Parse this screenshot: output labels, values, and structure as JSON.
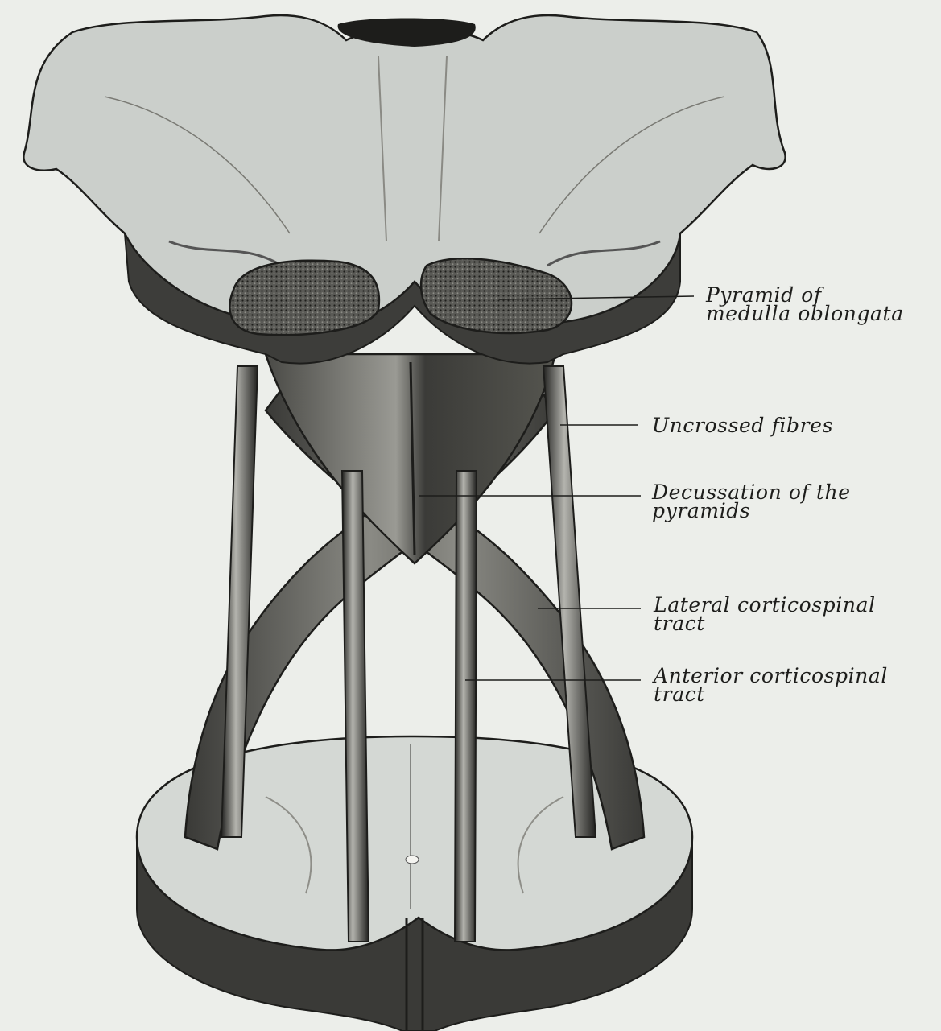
{
  "figure": {
    "labels": {
      "pyramid": {
        "line1": "Pyramid of",
        "line2": "medulla oblongata"
      },
      "uncrossed": {
        "line1": "Uncrossed fibres"
      },
      "decussation": {
        "line1": "Decussation of the",
        "line2": "pyramids"
      },
      "lateral": {
        "line1": "Lateral corticospinal",
        "line2": "tract"
      },
      "anterior": {
        "line1": "Anterior corticospinal",
        "line2": "tract"
      }
    }
  },
  "colors": {
    "paper": "#eceeea",
    "ink": "#1d1d1b",
    "section_face": "#cfd3cf",
    "section_edge": "#2a2a28",
    "pyramid_fill": "#3d3d3a",
    "tract_fill": "#6e6e6a"
  }
}
